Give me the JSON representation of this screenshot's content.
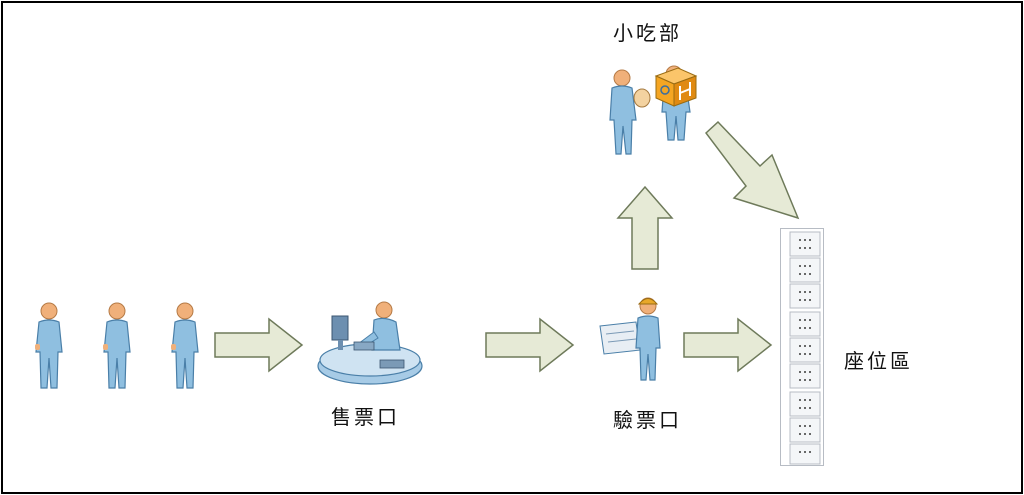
{
  "labels": {
    "snack_bar": "小吃部",
    "ticket_booth": "售票口",
    "ticket_check": "驗票口",
    "seating_area": "座位區"
  },
  "colors": {
    "person_body": "#8fbfe0",
    "person_outline": "#4a7fa8",
    "skin": "#f0b07a",
    "arrow_fill": "#e6ead6",
    "arrow_stroke": "#6e7a5a",
    "seat_border": "#b7bcc4",
    "box_orange": "#f5a623",
    "hard_hat": "#e8a82a"
  },
  "icons": {
    "queue": [
      "person-icon",
      "person-icon",
      "person-icon"
    ],
    "ticket_booth": "ticket-agent-desk-icon",
    "ticket_check": "inspector-with-blueprint-icon",
    "snack_bar": "delivery-handoff-icon",
    "seating_area": "seat-rows-icon"
  }
}
